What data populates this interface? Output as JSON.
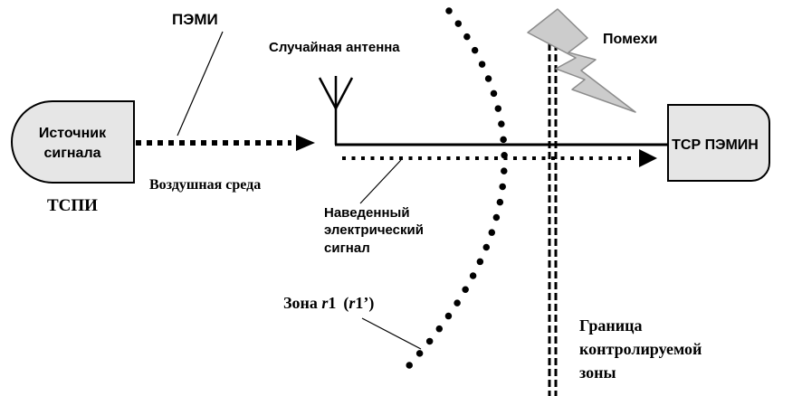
{
  "source_box": {
    "line1": "Источник",
    "line2": "сигнала"
  },
  "source_caption": "ТСПИ",
  "pemi_label": "ПЭМИ",
  "air_label": "Воздушная среда",
  "antenna_label": "Случайная антенна",
  "induced_label": {
    "line1": "Наведенный",
    "line2": "электрический",
    "line3": "сигнал"
  },
  "noise_label": "Помехи",
  "receiver_box": "ТСР ПЭМИН",
  "zone_label": {
    "prefix": "Зона ",
    "r": "r",
    "one": "1",
    "paren_open": "(",
    "r_prime": "r",
    "prime_one": "1’",
    "paren_close": ")"
  },
  "boundary_label": {
    "line1": "Граница",
    "line2": "контролируемой",
    "line3": "зоны"
  },
  "colors": {
    "ink": "#000000",
    "box_fill": "#e6e6e6",
    "noise_fill": "#cccccc",
    "noise_stroke": "#8c8c8c",
    "background": "#ffffff"
  }
}
